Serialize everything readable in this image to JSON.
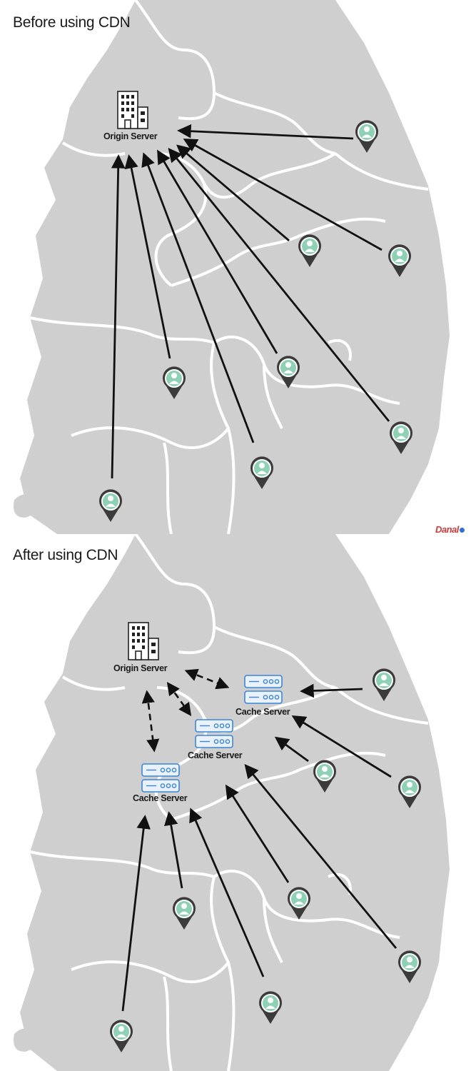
{
  "before": {
    "title": "Before using CDN",
    "origin_label": "Origin Server"
  },
  "after": {
    "title": "After using CDN",
    "origin_label": "Origin Server",
    "cache_labels": [
      "Cache Server",
      "Cache Server",
      "Cache Server"
    ]
  },
  "brand": {
    "logo_text": "Danal"
  },
  "colors": {
    "map_fill": "#cfcfcf",
    "border": "#ffffff",
    "arrow": "#111111",
    "pin": "#3b3b3b",
    "pin_face": "#8fd1b4",
    "cache_blue": "#3d86d6",
    "building": "#222222"
  }
}
